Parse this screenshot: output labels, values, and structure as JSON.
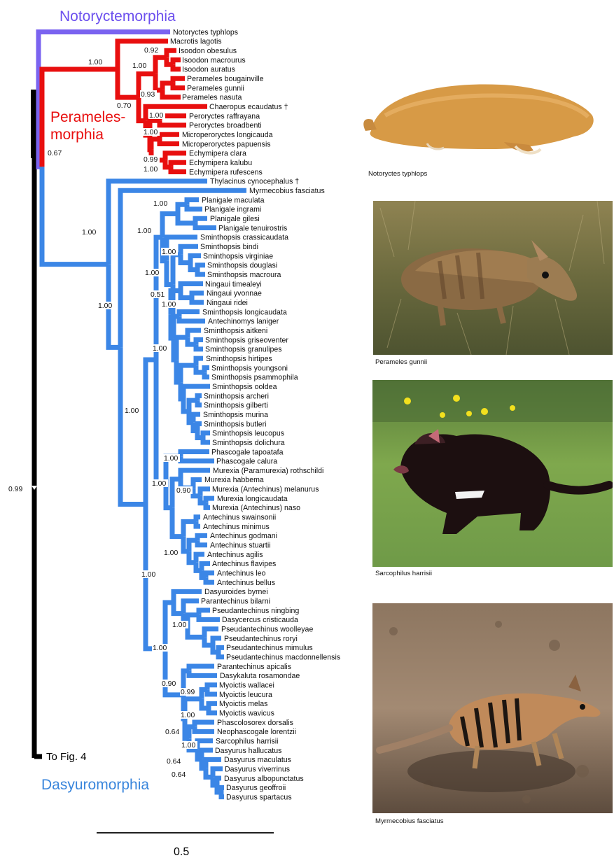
{
  "colors": {
    "noto": "#7a63f0",
    "pera": "#e80f0f",
    "dasy": "#3b86e6",
    "root": "#000000",
    "labelNoto": "#6c50ee",
    "labelDasy": "#3a86dc"
  },
  "clades": {
    "noto": "Notoryctemorphia",
    "pera_line1": "Perameles-",
    "pera_line2": "morphia",
    "dasy": "Dasyuromorphia"
  },
  "root": {
    "support": "0.99",
    "to_label": "To Fig. 4"
  },
  "scale": {
    "label": "0.5"
  },
  "photos": [
    {
      "caption": "Notoryctes typhlops"
    },
    {
      "caption": "Perameles gunnii"
    },
    {
      "caption": "Sarcophilus harrisii"
    },
    {
      "caption": "Myrmecobius fasciatus"
    }
  ],
  "taxa": [
    "Notoryctes typhlops",
    "Macrotis lagotis",
    "Isoodon obesulus",
    "Isoodon macrourus",
    "Isoodon auratus",
    "Perameles bougainville",
    "Perameles gunnii",
    "Perameles nasuta",
    "Chaeropus ecaudatus †",
    "Peroryctes raffrayana",
    "Peroryctes broadbenti",
    "Microperoryctes longicauda",
    "Microperoryctes papuensis",
    "Echymipera clara",
    "Echymipera kalubu",
    "Echymipera rufescens",
    "Thylacinus cynocephalus †",
    "Myrmecobius fasciatus",
    "Planigale maculata",
    "Planigale ingrami",
    "Planigale gilesi",
    "Planigale tenuirostris",
    "Sminthopsis crassicaudata",
    "Sminthopsis bindi",
    "Sminthopsis virginiae",
    "Sminthopsis douglasi",
    "Sminthopsis macroura",
    "Ningaui timealeyi",
    "Ningaui yvonnae",
    "Ningaui ridei",
    "Sminthopsis longicaudata",
    "Antechinomys laniger",
    "Sminthopsis aitkeni",
    "Sminthopsis griseoventer",
    "Sminthopsis granulipes",
    "Sminthopsis hirtipes",
    "Sminthopsis youngsoni",
    "Sminthopsis psammophila",
    "Sminthopsis ooldea",
    "Sminthopsis archeri",
    "Sminthopsis gilberti",
    "Sminthopsis murina",
    "Sminthopsis butleri",
    "Sminthopsis leucopus",
    "Sminthopsis dolichura",
    "Phascogale tapoatafa",
    "Phascogale calura",
    "Murexia (Paramurexia) rothschildi",
    "Murexia habbema",
    "Murexia (Antechinus) melanurus",
    "Murexia longicaudata",
    "Murexia (Antechinus) naso",
    "Antechinus swainsonii",
    "Antechinus minimus",
    "Antechinus godmani",
    "Antechinus stuartii",
    "Antechinus agilis",
    "Antechinus flavipes",
    "Antechinus leo",
    "Antechinus bellus",
    "Dasyuroides byrnei",
    "Parantechinus bilarni",
    "Pseudantechinus ningbing",
    "Dasycercus cristicauda",
    "Pseudantechinus woolleyae",
    "Pseudantechinus roryi",
    "Pseudantechinus mimulus",
    "Pseudantechinus macdonnellensis",
    "Parantechinus apicalis",
    "Dasykaluta rosamondae",
    "Myoictis wallacei",
    "Myoictis leucura",
    "Myoictis melas",
    "Myoictis wavicus",
    "Phascolosorex dorsalis",
    "Neophascogale lorentzii",
    "Sarcophilus harrisii",
    "Dasyurus hallucatus",
    "Dasyurus maculatus",
    "Dasyurus viverrinus",
    "Dasyurus albopunctatus",
    "Dasyurus geoffroii",
    "Dasyurus spartacus"
  ],
  "supports": [
    "1.00",
    "0.92",
    "1.00",
    "0.70",
    "0.93",
    "1.00",
    "1.00",
    "0.99",
    "1.00",
    "0.67",
    "1.00",
    "1.00",
    "1.00",
    "1.00",
    "1.00",
    "0.51",
    "1.00",
    "1.00",
    "1.00",
    "1.00",
    "1.00",
    "1.00",
    "0.90",
    "1.00",
    "1.00",
    "1.00",
    "1.00",
    "0.90",
    "0.99",
    "1.00",
    "0.64",
    "1.00",
    "0.64",
    "0.64"
  ]
}
